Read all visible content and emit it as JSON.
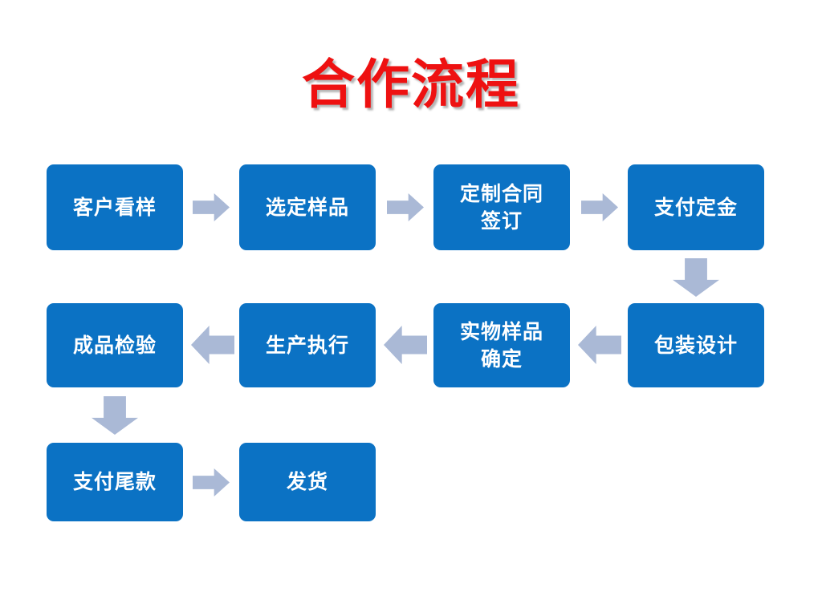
{
  "slide": {
    "title": "合作流程",
    "background_color": "#ffffff",
    "title_color": "#ee1111",
    "node_color": "#0b72c4",
    "arrow_color": "#aab9d6",
    "node_text_color": "#ffffff"
  },
  "flow": {
    "rows": [
      {
        "direction": "left-to-right",
        "nodes": [
          {
            "id": "kehukanyang",
            "label": "客户看样"
          },
          {
            "id": "xuandingyangpin",
            "label": "选定样品"
          },
          {
            "id": "hetongqianding",
            "label": "定制合同\n签订"
          },
          {
            "id": "zhifudingjin",
            "label": "支付定金"
          }
        ]
      },
      {
        "direction": "right-to-left",
        "nodes": [
          {
            "id": "chengpinjianyan",
            "label": "成品检验"
          },
          {
            "id": "shengchanzhixing",
            "label": "生产执行"
          },
          {
            "id": "shiwuyangpin",
            "label": "实物样品\n确定"
          },
          {
            "id": "baozhuangsheji",
            "label": "包装设计"
          }
        ]
      },
      {
        "direction": "left-to-right",
        "nodes": [
          {
            "id": "zhifuweikuan",
            "label": "支付尾款"
          },
          {
            "id": "fahuo",
            "label": "发货"
          }
        ]
      }
    ],
    "connectors": [
      {
        "id": "r1-a",
        "icon": "arrow-right-icon",
        "from": "客户看样",
        "to": "选定样品"
      },
      {
        "id": "r1-b",
        "icon": "arrow-right-icon",
        "from": "选定样品",
        "to": "定制合同签订"
      },
      {
        "id": "r1-c",
        "icon": "arrow-right-icon",
        "from": "定制合同签订",
        "to": "支付定金"
      },
      {
        "id": "down-right",
        "icon": "arrow-down-icon",
        "from": "支付定金",
        "to": "包装设计"
      },
      {
        "id": "r2-c",
        "icon": "arrow-left-icon",
        "from": "包装设计",
        "to": "实物样品确定"
      },
      {
        "id": "r2-b",
        "icon": "arrow-left-icon",
        "from": "实物样品确定",
        "to": "生产执行"
      },
      {
        "id": "r2-a",
        "icon": "arrow-left-icon",
        "from": "生产执行",
        "to": "成品检验"
      },
      {
        "id": "down-left",
        "icon": "arrow-down-icon",
        "from": "成品检验",
        "to": "支付尾款"
      },
      {
        "id": "r3-a",
        "icon": "arrow-right-icon",
        "from": "支付尾款",
        "to": "发货"
      }
    ]
  }
}
